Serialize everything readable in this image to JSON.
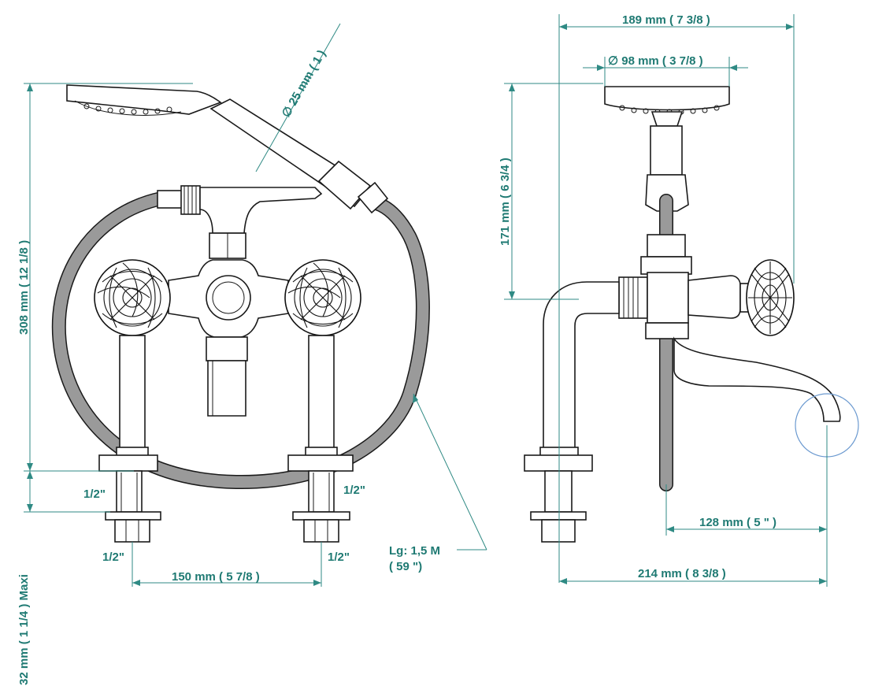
{
  "dimensions": {
    "hand_shower_diameter": "∅ 25 mm ( 1 )",
    "total_height": "308 mm ( 12 1/8 )",
    "deck_thickness": "32 mm ( 1 1/4 ) Maxi",
    "inlet_upper_left": "1/2\"",
    "inlet_upper_right": "1/2\"",
    "inlet_lower_left": "1/2\"",
    "inlet_lower_right": "1/2\"",
    "center_distance": "150 mm ( 5 7/8 )",
    "hose_length_line1": "Lg: 1,5 M",
    "hose_length_line2": "( 59 \")",
    "side_width": "189 mm ( 7 3/8 )",
    "shower_head_diameter": "∅ 98 mm ( 3 7/8 )",
    "shower_height": "171 mm ( 6 3/4 )",
    "spout_reach": "128 mm ( 5 \" )",
    "total_depth": "214 mm ( 8 3/8 )"
  },
  "colors": {
    "dimension": "#1f7a73",
    "outline": "#1a1a1a",
    "hose": "#9a9a9a"
  }
}
